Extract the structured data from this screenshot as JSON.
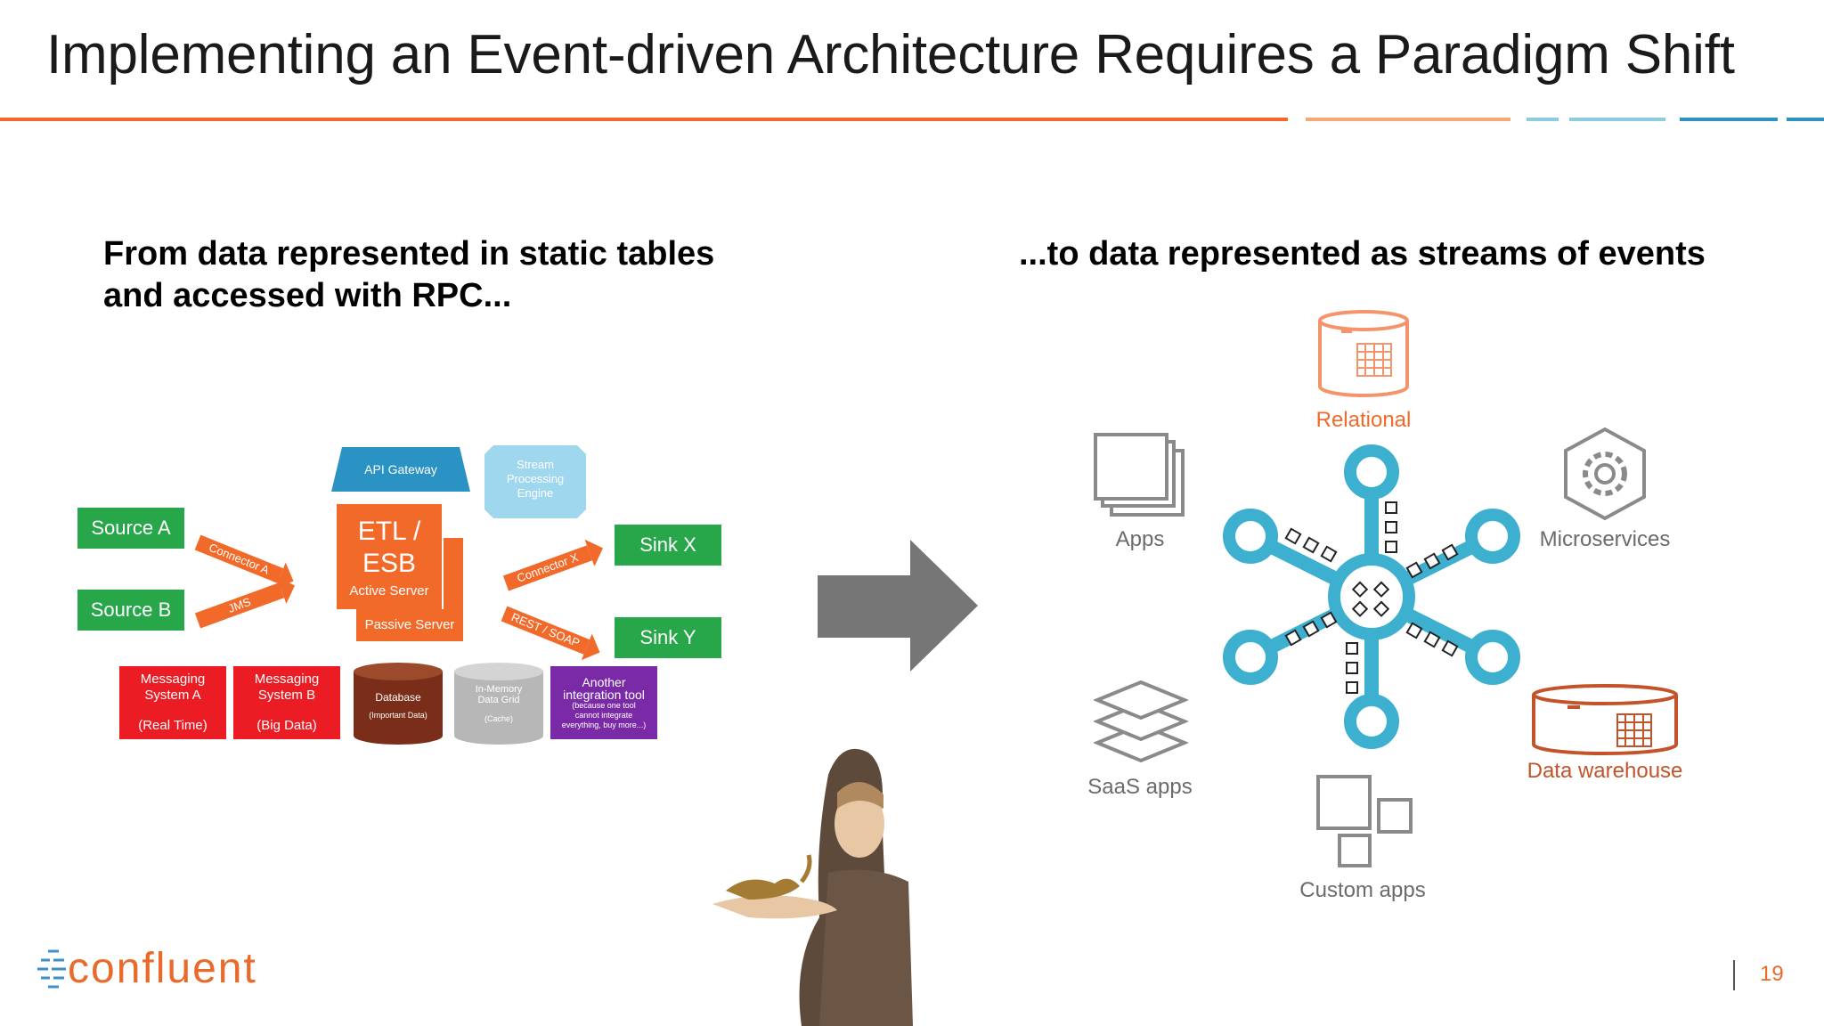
{
  "title": "Implementing an Event-driven Architecture Requires a Paradigm Shift",
  "left": {
    "heading_line1": "From data represented in static tables",
    "heading_line2": "and accessed with RPC...",
    "sources": [
      "Source A",
      "Source B"
    ],
    "sinks": [
      "Sink X",
      "Sink Y"
    ],
    "connectors": [
      "Connector A",
      "JMS",
      "Connector X",
      "REST / SOAP"
    ],
    "api_gateway": "API Gateway",
    "stream_engine": [
      "Stream",
      "Processing",
      "Engine"
    ],
    "etl": {
      "line1": "ETL /",
      "line2": "ESB",
      "active": "Active Server",
      "passive": "Passive Server"
    },
    "messaging_a": {
      "l1": "Messaging",
      "l2": "System A",
      "l3": "(Real Time)"
    },
    "messaging_b": {
      "l1": "Messaging",
      "l2": "System B",
      "l3": "(Big Data)"
    },
    "database": {
      "l1": "Database",
      "l2": "(Important Data)"
    },
    "in_memory": {
      "l1": "In-Memory",
      "l2": "Data Grid",
      "l3": "(Cache)"
    },
    "integration": {
      "l1": "Another",
      "l2": "integration tool",
      "l3": "(because one tool",
      "l4": "cannot integrate",
      "l5": "everything, buy more...)"
    }
  },
  "right": {
    "heading": "...to data represented as streams of events",
    "nodes": {
      "relational": "Relational",
      "apps": "Apps",
      "microservices": "Microservices",
      "saas": "SaaS apps",
      "warehouse": "Data warehouse",
      "custom": "Custom apps"
    }
  },
  "footer": {
    "logo": "confluent",
    "page": "19"
  },
  "colors": {
    "orange": "#f26a2a",
    "teal": "#3db0cf",
    "green": "#27a64a",
    "red": "#ec1c24",
    "blue": "#2b93c3",
    "purple": "#7a2aa6",
    "brown": "#7a2d18"
  }
}
